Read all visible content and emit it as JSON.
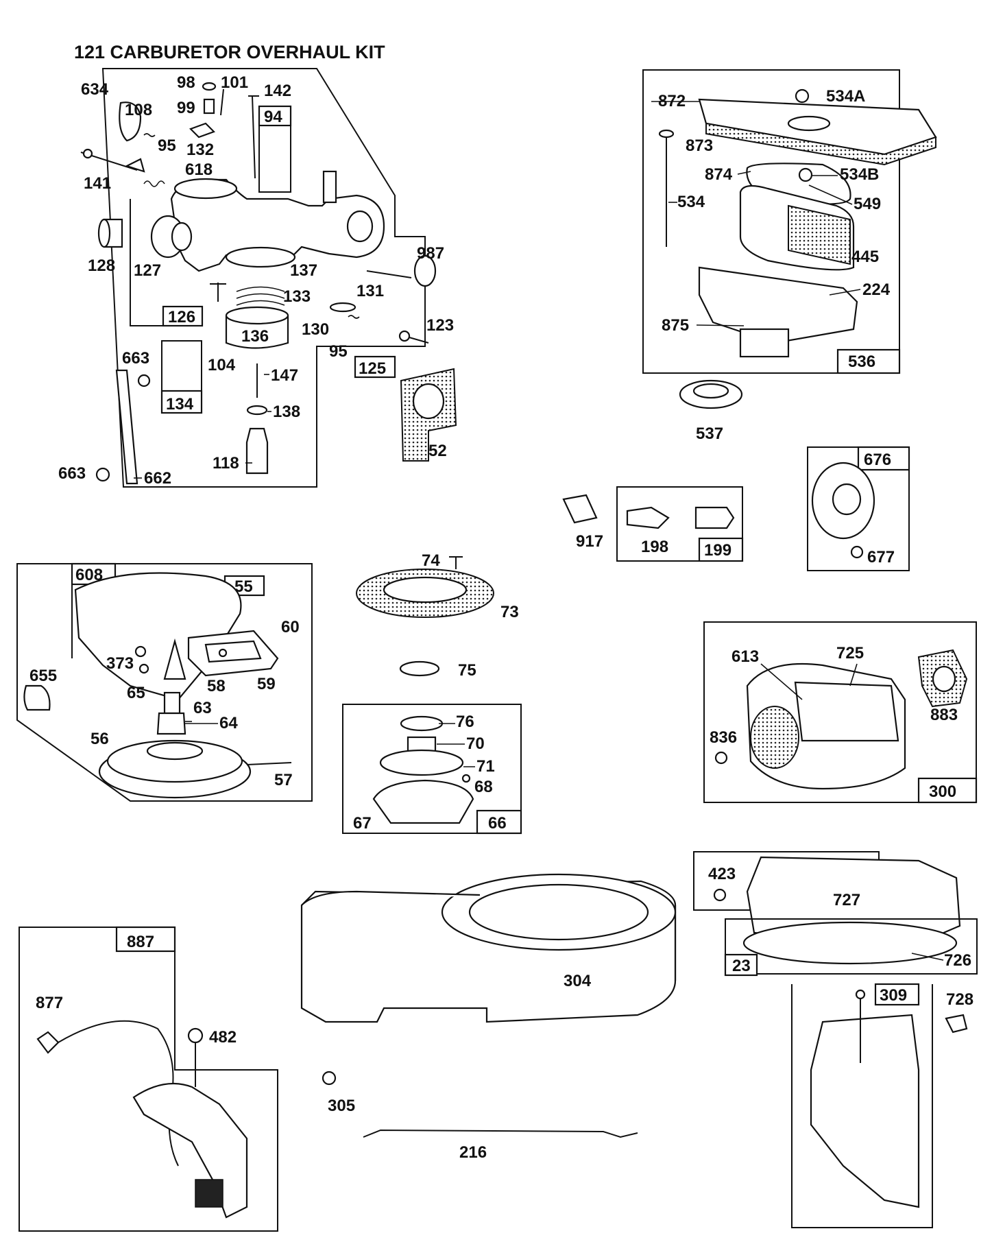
{
  "title": "121 CARBURETOR OVERHAUL KIT",
  "labels": {
    "l634": "634",
    "l98": "98",
    "l101": "101",
    "l142": "142",
    "l99": "99",
    "l108": "108",
    "l94": "94",
    "l95a": "95",
    "l132": "132",
    "l618": "618",
    "l141": "141",
    "l128": "128",
    "l127": "127",
    "l137": "137",
    "l987": "987",
    "l133": "133",
    "l131": "131",
    "l126": "126",
    "l136": "136",
    "l130": "130",
    "l95b": "95",
    "l123": "123",
    "l663a": "663",
    "l104": "104",
    "l125": "125",
    "l147": "147",
    "l134": "134",
    "l138": "138",
    "l52": "52",
    "l118": "118",
    "l663b": "663",
    "l662": "662",
    "l872": "872",
    "l534A": "534A",
    "l873": "873",
    "l874": "874",
    "l534B": "534B",
    "l534": "534",
    "l549": "549",
    "l445": "445",
    "l224": "224",
    "l875": "875",
    "l536": "536",
    "l537": "537",
    "l676": "676",
    "l917": "917",
    "l198": "198",
    "l199": "199",
    "l677": "677",
    "l608": "608",
    "l55": "55",
    "l60": "60",
    "l373": "373",
    "l655": "655",
    "l58": "58",
    "l59": "59",
    "l65": "65",
    "l63": "63",
    "l64": "64",
    "l56": "56",
    "l57": "57",
    "l74": "74",
    "l73": "73",
    "l75": "75",
    "l76": "76",
    "l70": "70",
    "l71": "71",
    "l68": "68",
    "l67": "67",
    "l66": "66",
    "l613": "613",
    "l725": "725",
    "l883": "883",
    "l836": "836",
    "l300": "300",
    "l423": "423",
    "l727": "727",
    "l23": "23",
    "l726": "726",
    "l309": "309",
    "l728": "728",
    "l304": "304",
    "l887": "887",
    "l877": "877",
    "l482": "482",
    "l305": "305",
    "l216": "216"
  }
}
